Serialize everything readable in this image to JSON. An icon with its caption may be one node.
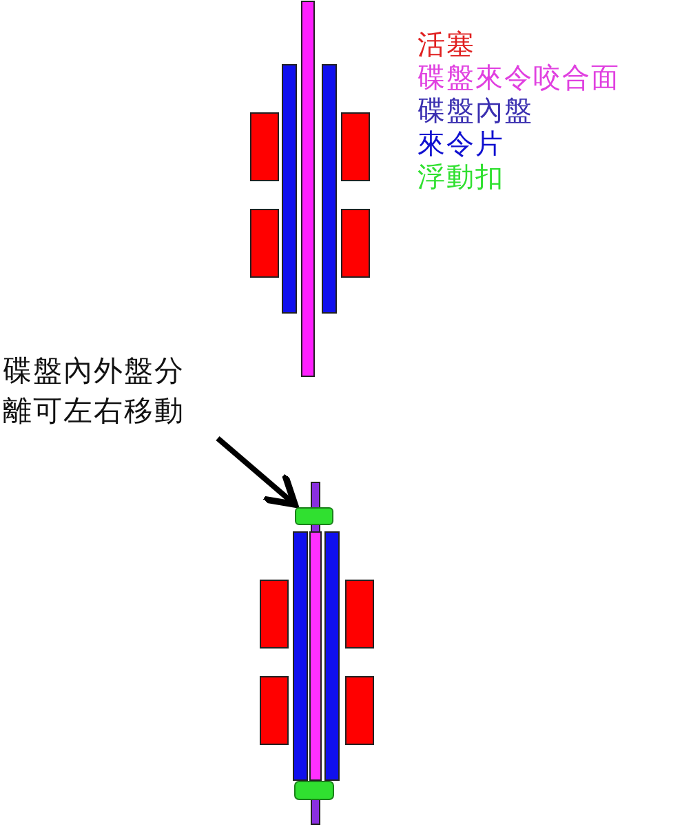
{
  "diagram": {
    "nodes": [
      {
        "text": [
          "碟盤內外盤分離可左右移動"
        ]
      },
      {
        "text": [],
        "shape": "box"
      }
    ],
    "edges": [
      {
        "from": 0,
        "to": 1,
        "arrow": "to"
      }
    ],
    "legend": [
      {
        "text": "活塞",
        "color": "#e02020"
      },
      {
        "text": "碟盤來令咬合面",
        "color": "#e040e0"
      },
      {
        "text": "碟盤內盤",
        "color": "#3a2fb0"
      },
      {
        "text": "來令片",
        "color": "#1010d0"
      },
      {
        "text": "浮動扣",
        "color": "#30e030"
      }
    ]
  }
}
